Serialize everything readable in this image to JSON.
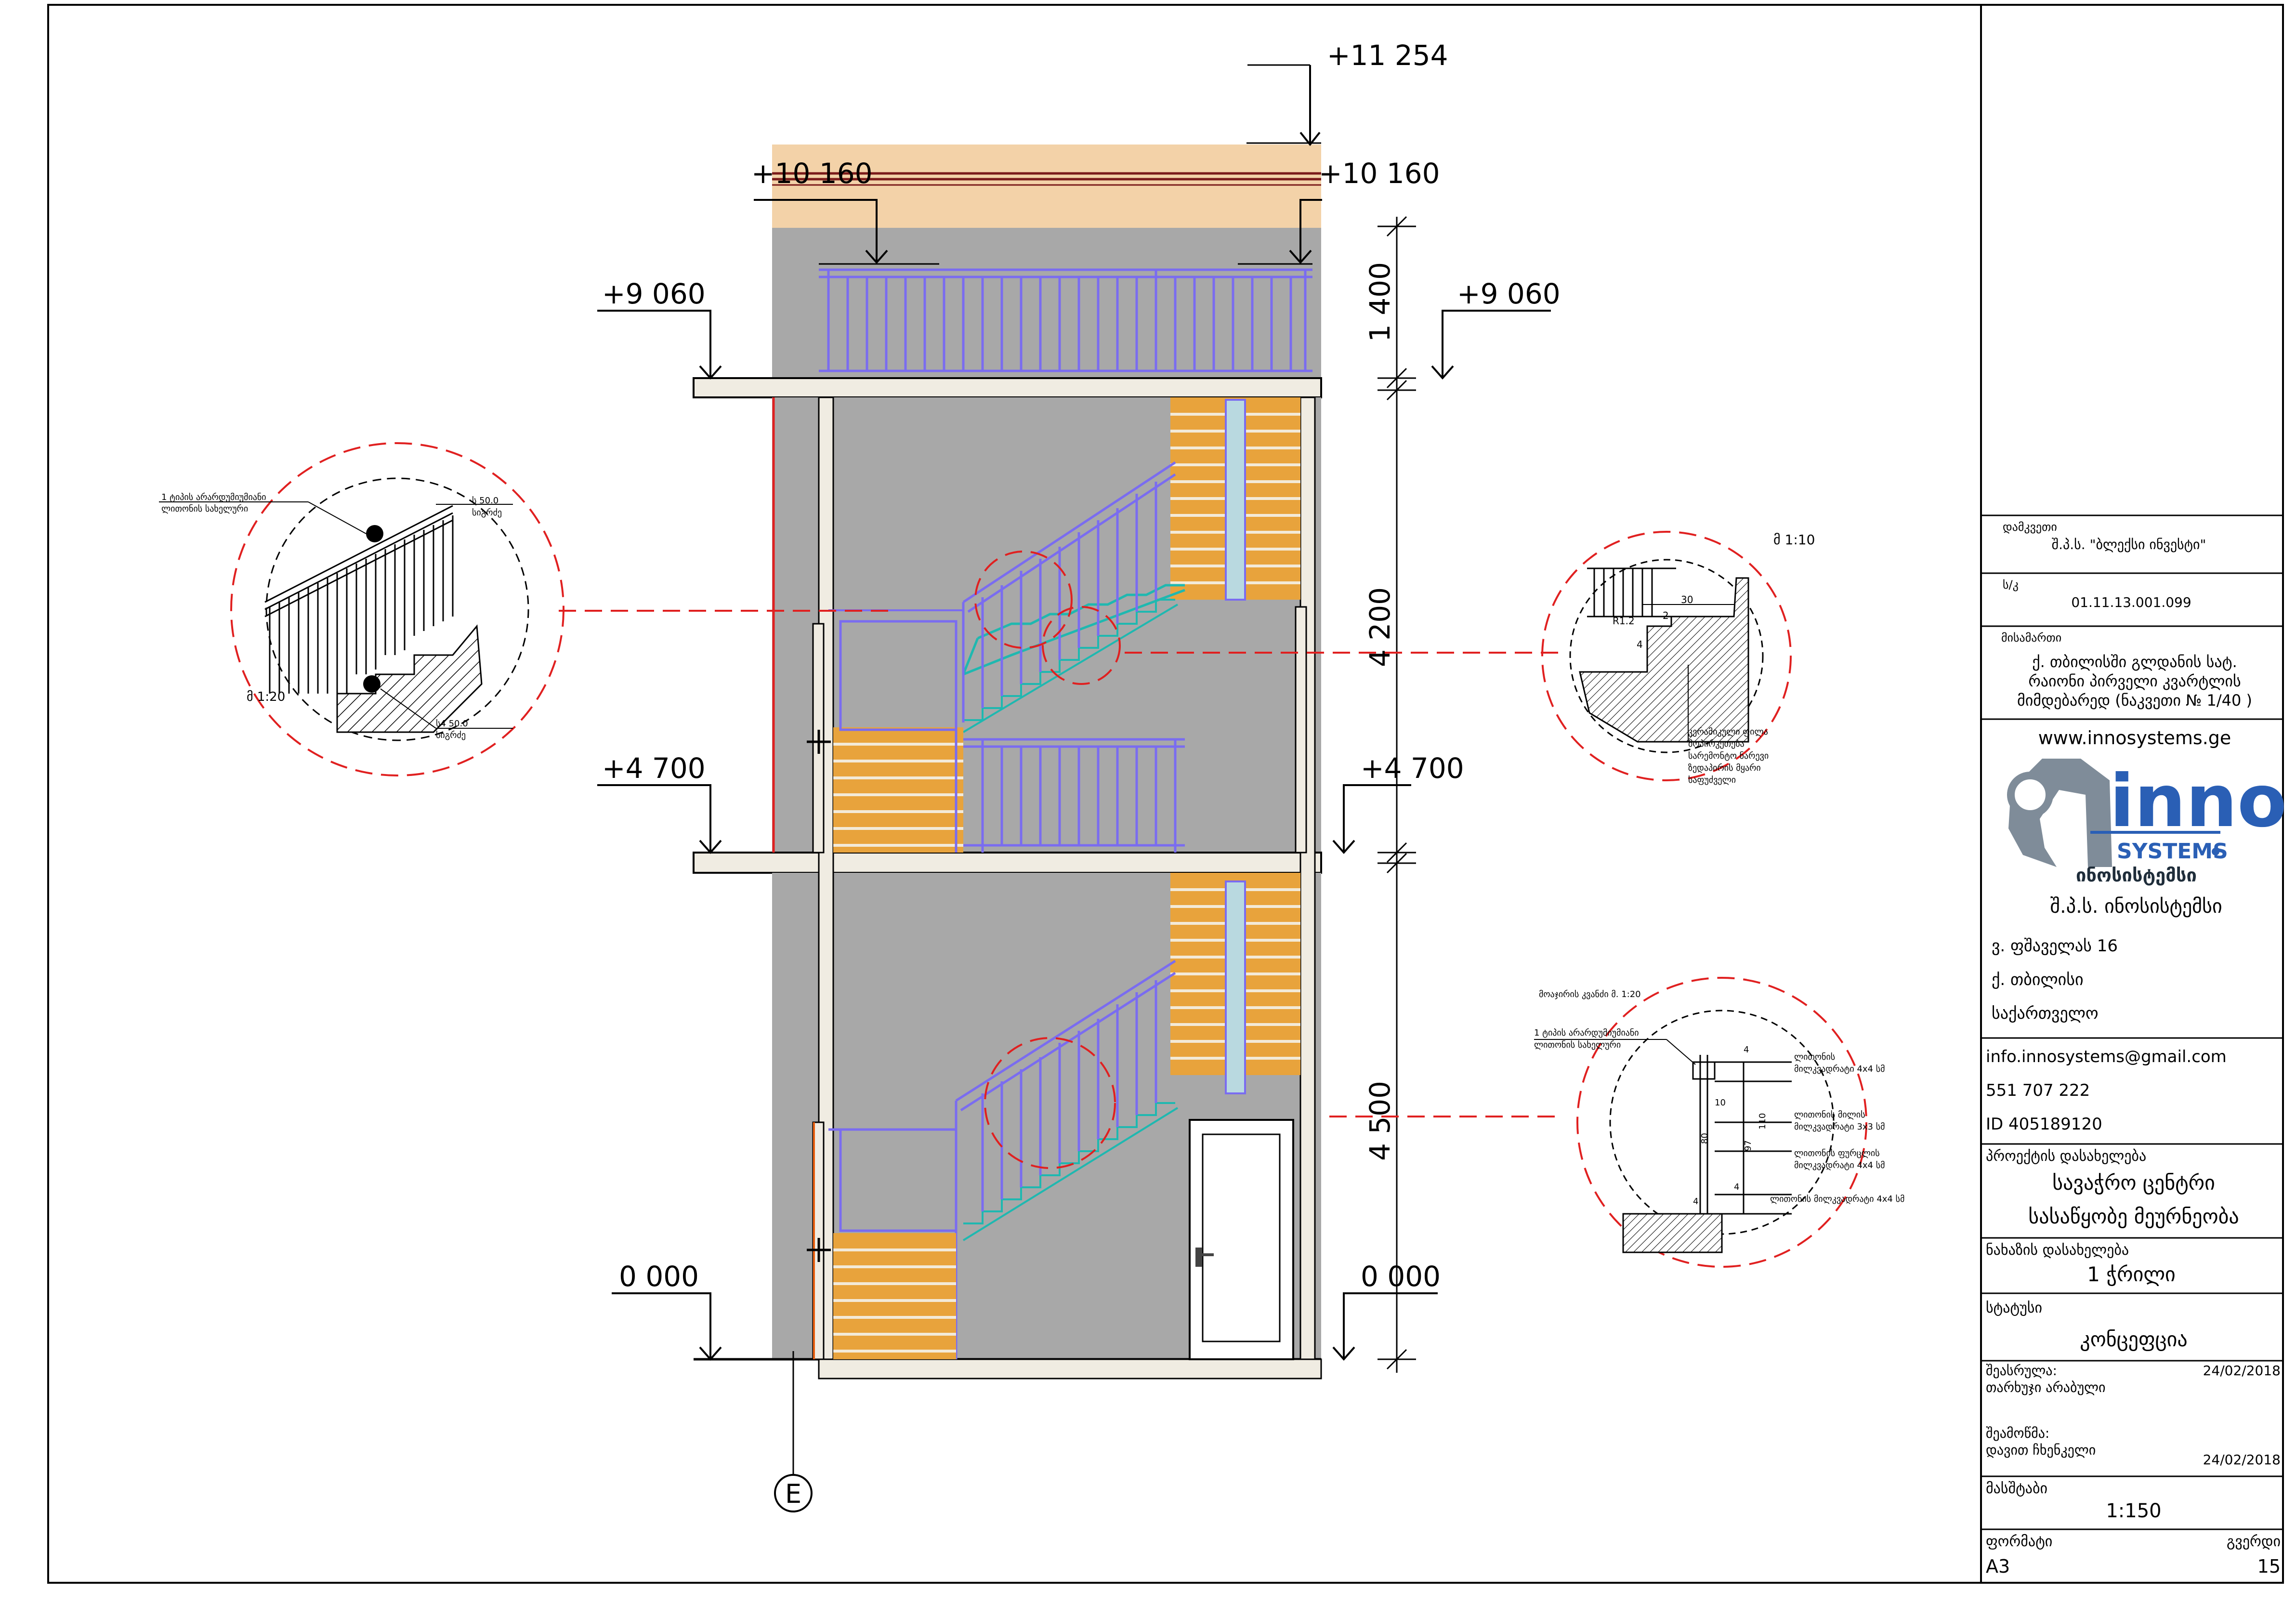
{
  "elevations": {
    "top_roof": "+11 254",
    "roof_left": "+10 160",
    "roof_right": "+10 160",
    "third_left": "+9 060",
    "third_right": "+9 060",
    "second_left": "+4 700",
    "second_right": "+4 700",
    "ground_left": "0 000",
    "ground_right": "0 000"
  },
  "dimensions": {
    "d1": "1 400",
    "d2": "4 200",
    "d3": "4 500"
  },
  "axis": {
    "label": "E"
  },
  "details": {
    "left": {
      "scale": "მ 1:20",
      "note1a": "1 ტიპის არარდუმიუმიანი",
      "note1b": "ლითონის სახელური",
      "note2a": "ს 50.0",
      "note2b": "სიგრძე",
      "note3a": "ს4 50.0",
      "note3b": "სიგრძე"
    },
    "right_top": {
      "scale": "მ 1:10",
      "dim_a": "30",
      "dim_b": "R1.2",
      "dim_c": "2",
      "dim_d": "4",
      "note_a": "კერამიკული ფილა",
      "note_b": "მოპირკეთება",
      "note_c": "სარემონტო ნარევი",
      "note_d": "ზედაპირის მყარი",
      "note_e": "საფუძველი"
    },
    "right_bottom": {
      "title": "მოაჯირის კვანძი მ. 1:20",
      "note1a": "1 ტიპის არარდუმიუმიანი",
      "note1b": "ლითონის სახელური",
      "n_a": "ლითონის",
      "n_a2": "მილკვადრატი 4x4 სმ",
      "n_b": "ლითონის მილის",
      "n_b2": "მილკვადრატი 3x3 სმ",
      "n_c": "ლითონის ფურცლის",
      "n_c2": "მილკვადრატი 4x4 სმ",
      "n_d": "ლითონის მილკვადრატი 4x4 სმ",
      "dm1": "4",
      "dm2": "10",
      "dm3": "80",
      "dm4": "97",
      "dm5": "110",
      "dm6": "4",
      "dm7": "4"
    }
  },
  "titleblock": {
    "client_label": "დამკვეთი",
    "client_value": "შ.პ.ს. \"ბლექსი ინვესტი\"",
    "code_label": "ს/კ",
    "code_value": "01.11.13.001.099",
    "address_label": "მისამართი",
    "address_l1": "ქ. თბილისში გლდანის სატ.",
    "address_l2": "რაიონი პირველი კვარტლის",
    "address_l3": "მიმდებარედ (ნაკვეთი № 1/40 )",
    "website": "www.innosystems.ge",
    "logo_main": "inno",
    "logo_systems": "SYSTEMS",
    "logo_georgian": "ინოსისტემსი",
    "company": "შ.პ.ს. ინოსისტემსი",
    "street": "ვ. ფშაველას 16",
    "city": "ქ. თბილისი",
    "country": "საქართველო",
    "email": "info.innosystems@gmail.com",
    "phone": "551 707 222",
    "id": "ID 405189120",
    "project_label": "პროექტის დასახელება",
    "project_l1": "სავაჭრო ცენტრი",
    "project_l2": "სასაწყობე მეურნეობა",
    "drawing_label": "ნახაზის დასახელება",
    "drawing_value": "1 ჭრილი",
    "status_label": "სტატუსი",
    "status_value": "კონცეფცია",
    "made_label": "შეასრულა:",
    "made_name": "თარხუჯი არაბული",
    "made_date": "24/02/2018",
    "checked_label": "შეამოწმა:",
    "checked_name": "დავით ჩხენკელი",
    "checked_date": "24/02/2018",
    "scale_label": "მასშტაბი",
    "scale_value": "1:150",
    "format_label": "ფორმატი",
    "format_value": "A3",
    "page_label": "გვერდი",
    "page_value": "15"
  },
  "colors": {
    "wall_gray": "#a8a8a8",
    "stair_orange": "#e8a33c",
    "railing_blue": "#7a6cf0",
    "stringer_cyan": "#1fb8b0",
    "roof_beige": "#f3d2a8",
    "detail_red": "#e02020"
  }
}
